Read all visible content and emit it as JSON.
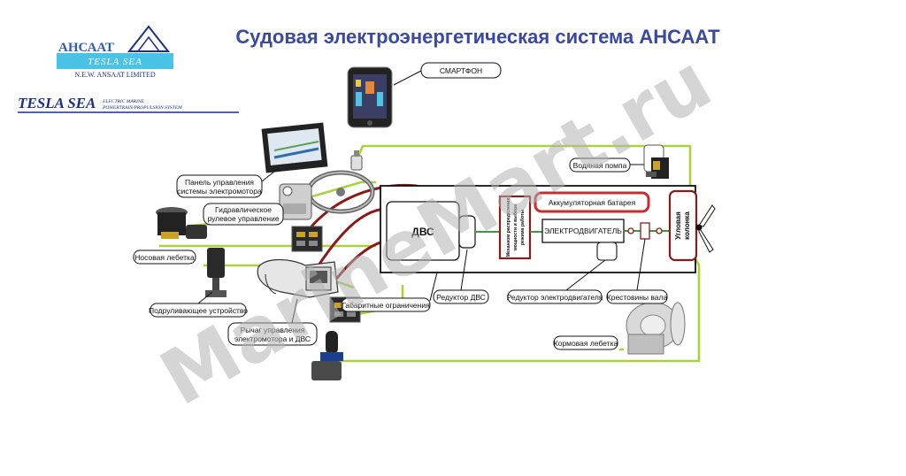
{
  "title": "Судовая электроэнергетическая система АНСААТ",
  "logo": {
    "brand1": "АНСААТ",
    "brand2": "TESLA SEA",
    "company": "N.E.W. ANSAAT LIMITED",
    "brand3": "TESLA SEA",
    "tagline1": "ELECTRIC MARINE",
    "tagline2": "POWERTRAIN/PROPULSION SYSTEM"
  },
  "labels": {
    "smartphone": "СМАРТФОН",
    "control_panel_1": "Панель управления",
    "control_panel_2": "системы электромотора",
    "hydraulic_1": "Гидравлическое",
    "hydraulic_2": "рулевое управление",
    "bow_winch": "Носовая лебетка",
    "thruster": "Подруливающее устройство",
    "lever_1": "Рычаг управления",
    "lever_2": "электромотора и ДВС",
    "water_pump": "Водяная помпа",
    "battery": "Аккумуляторная батарея",
    "engine": "ДВС",
    "electric_motor": "ЭЛЕКТРОДВИГАТЕЛЬ",
    "angular_1": "Угловая",
    "angular_2": "колонка",
    "mode_1": "Механизм распределения",
    "mode_2": "мощности и выбора",
    "mode_3": "режима работы",
    "engine_reducer": "Редуктор ДВС",
    "motor_reducer": "Редуктор электродвигателя",
    "shaft_cross": "Крестовины вала",
    "dimensions": "Габаритные ограничения",
    "stern_winch": "Кормовая лебетка"
  },
  "watermark": "MarineMart.ru",
  "colors": {
    "title": "#3a4aa0",
    "green_line": "#a9d23c",
    "red_line": "#8b1a1a",
    "battery_border": "#cc2b2b",
    "logo_blue": "#2e5db8",
    "logo_cyan": "#49c4e6",
    "logo_navy": "#1c2f8a"
  }
}
